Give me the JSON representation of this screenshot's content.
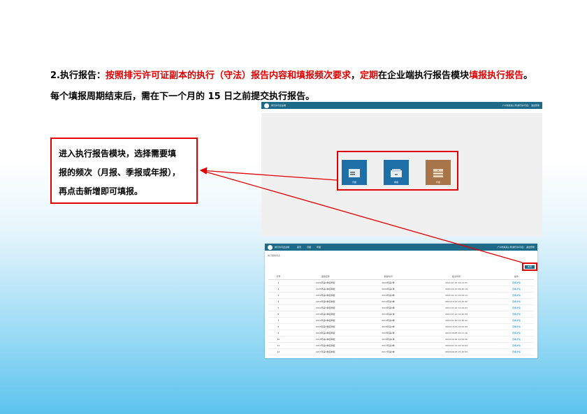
{
  "heading": {
    "p1": "2.执行报告：",
    "p2": "按照排污许可证副本的",
    "p3": "执行（守法）报告内容和填报频次要求",
    "p4": "，",
    "p5": "定期",
    "p6": "在企业端执行报告模块",
    "p7": "填报执行报告",
    "p8": "。每个填报周期结束后，需在下一个月的 15 日之前提交执行报告。"
  },
  "callout": {
    "l1": "进入执行报告模块，选择需要填",
    "l2": "报的频次（月报、季报或年报），",
    "l3": "再点击新增即可填报。"
  },
  "shot1": {
    "app_title": "排污许可企业端",
    "top_right": "广州市某某公司(排污许可证)",
    "logout": "退出登录",
    "tiles": [
      {
        "label": "月报",
        "color": "#1e6fa8"
      },
      {
        "label": "季报",
        "color": "#1e6fa8"
      },
      {
        "label": "年报",
        "color": "#a8744a"
      }
    ]
  },
  "shot2": {
    "app_title": "排污许可企业端",
    "nav": [
      "首页",
      "月报",
      "年报"
    ],
    "top_right": "广州市某某公司(排污许可证)",
    "logout": "退出登录",
    "breadcrumb": "执行报告列表",
    "add_label": "新增",
    "columns": [
      "序号",
      "报告名称",
      "报告时间",
      "提交时间",
      "操作"
    ],
    "rows": [
      [
        "1",
        "2020年第2季度季报",
        "2020年第2季",
        "2020-07-22 14:12:31",
        "查看详情"
      ],
      [
        "2",
        "2020年第1季度季报",
        "2020年第1季",
        "2020-04-20 09:20:19",
        "查看详情"
      ],
      [
        "3",
        "2019年第4季度季报",
        "2019年第4季",
        "2020-01-10 10:29:11",
        "查看详情"
      ],
      [
        "4",
        "2019年第4季度季报",
        "2019年第4季",
        "2019-10-16 15:20:42",
        "查看详情"
      ],
      [
        "5",
        "2019年第3季度季报",
        "2019年第3季",
        "2019-07-22 14:44:43",
        "查看详情"
      ],
      [
        "6",
        "2019年第1季度季报",
        "2019年第1季",
        "2019-07-22 14:40:34",
        "查看详情"
      ],
      [
        "7",
        "2019年第4季度季报",
        "2019年第4季",
        "2019-01-09 14:30:41",
        "查看详情"
      ],
      [
        "8",
        "2018年第3季度季报",
        "2018年第3季",
        "2018-10-15 19:50:29",
        "查看详情"
      ],
      [
        "9",
        "2018年第2季度季报",
        "2018年第2季",
        "2018-09-05 10:21:16",
        "查看详情"
      ],
      [
        "10",
        "2018年第1季度季报",
        "2018年第1季",
        "2018-09-04 14:50:56",
        "查看详情"
      ],
      [
        "11",
        "2017年第4季度季报",
        "2017年第4季",
        "2018-01-11 02:10:04",
        "查看详情"
      ],
      [
        "12",
        "2017年第3季度季报",
        "2017年第3季",
        "2018-09-25 15:40:53",
        "查看详情"
      ]
    ]
  },
  "colors": {
    "red": "#e00000",
    "topbar": "#1d6a88",
    "link": "#1d8ccc"
  }
}
